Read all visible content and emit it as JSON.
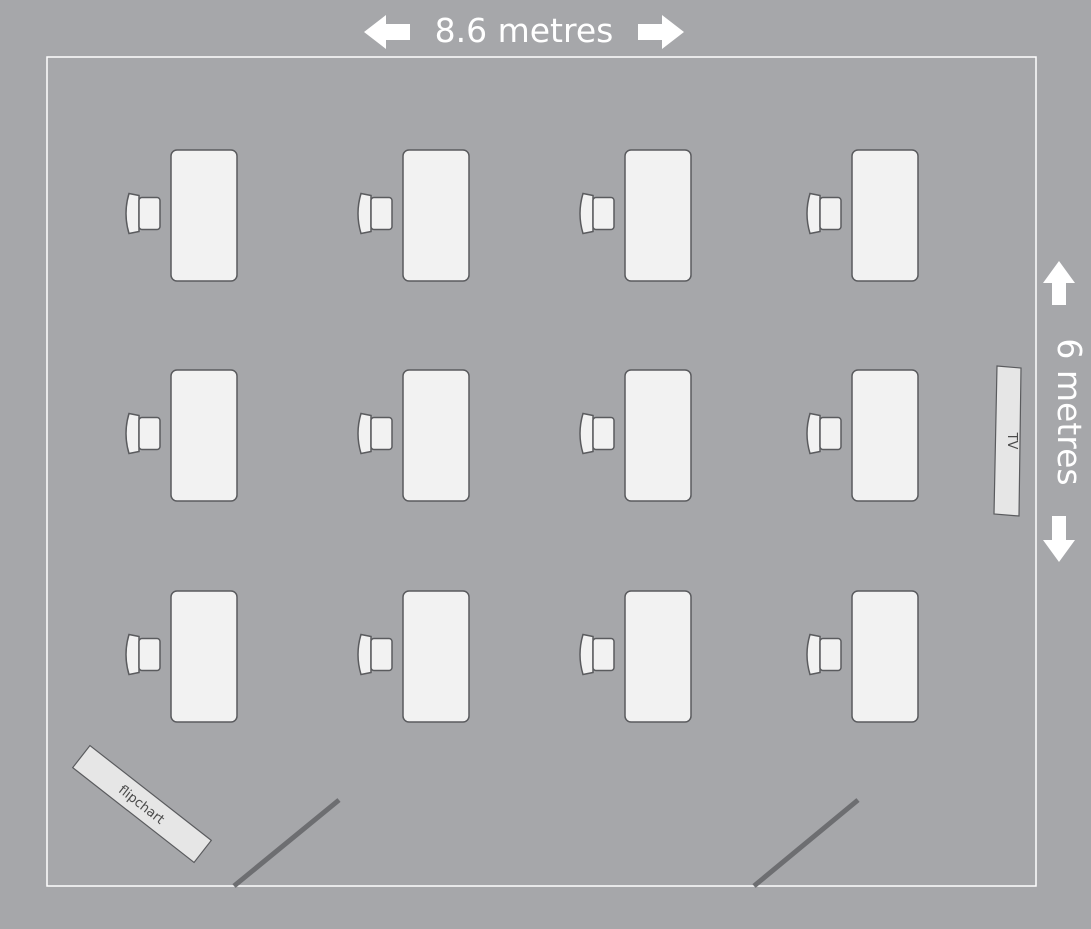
{
  "dimensions": {
    "width_label": "8.6 metres",
    "depth_label": "6 metres"
  },
  "fixtures": {
    "tv_label": "TV",
    "flipchart_label": "flipchart"
  },
  "layout": {
    "desk_rows": 3,
    "desks_per_row": 4,
    "chairs_per_desk": 1,
    "doors": 2
  },
  "colors": {
    "background": "#a6a7aa",
    "room_outline": "#ffffff",
    "furniture_fill": "#f2f2f2",
    "furniture_outline": "#5a5b5e",
    "door": "#6d6e71"
  }
}
